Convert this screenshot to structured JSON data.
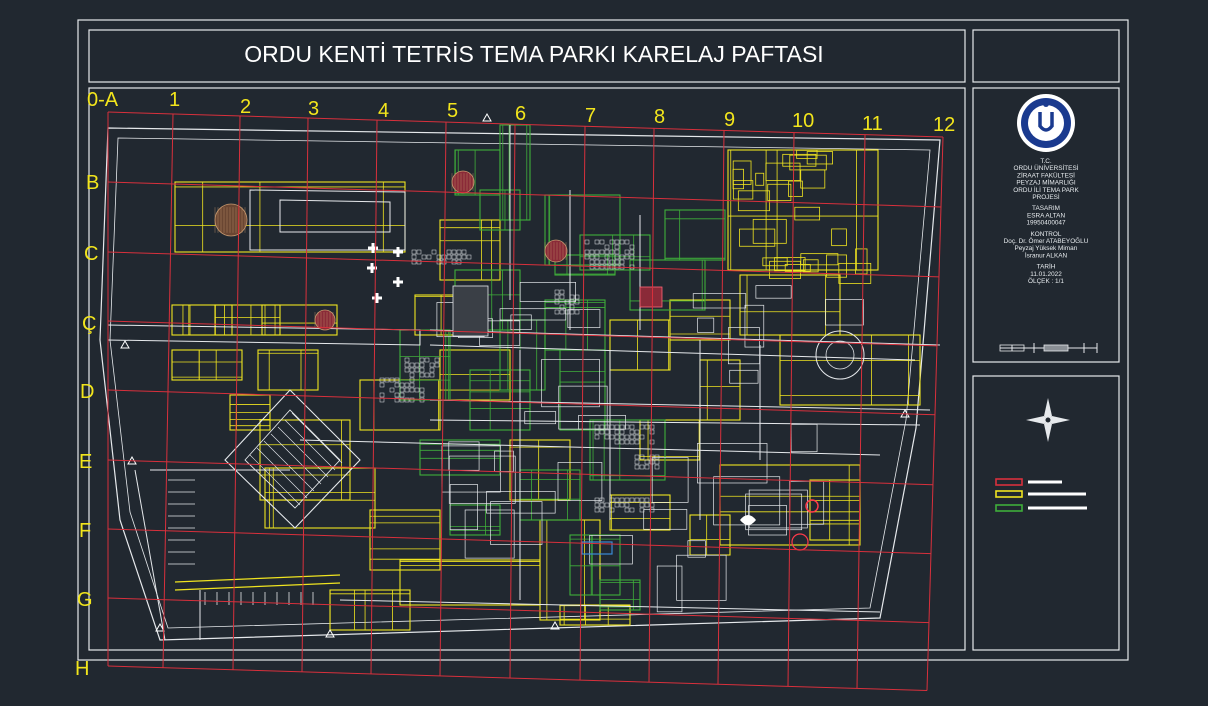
{
  "drawing": {
    "title": "ORDU KENTİ TETRİS TEMA PARKI KARELAJ PAFTASI",
    "columns": [
      "0-A",
      "1",
      "2",
      "3",
      "4",
      "5",
      "6",
      "7",
      "8",
      "9",
      "10",
      "11",
      "12"
    ],
    "rows": [
      "B",
      "C",
      "Ç",
      "D",
      "E",
      "F",
      "G",
      "H"
    ]
  },
  "title_block": {
    "logo_text": "ORDU ÜNİVERSİTESİ",
    "lines": [
      "T.C.",
      "ORDU ÜNİVERSİTESİ",
      "ZİRAAT FAKÜLTESİ",
      "PEYZAJ MİMARLIĞI",
      "ORDU İLİ TEMA PARK",
      "PROJESİ",
      "",
      "TASARIM",
      "ESRA ALTAN",
      "19950400047",
      "",
      "KONTROL",
      "Doç. Dr. Ömer ATABEYOĞLU",
      "Peyzaj Yüksek Mimarı",
      "İsranur ALKAN",
      "",
      "TARİH",
      "11.01.2022",
      "ÖLÇEK : 1/1"
    ]
  },
  "legend": {
    "colors": [
      "#d8303c",
      "#f0e420",
      "#3fae3a"
    ]
  },
  "colors": {
    "background": "#212830",
    "frame": "#e6e9ec",
    "grid": "#d8303c",
    "yellow": "#f0e420",
    "green": "#3fae3a",
    "label": "#f2e51c"
  }
}
